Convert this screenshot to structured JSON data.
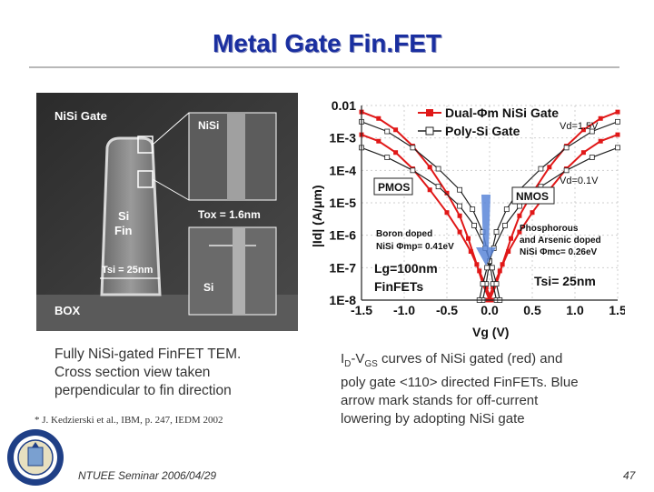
{
  "slide": {
    "title": "Metal Gate Fin.FET",
    "footer": "NTUEE Seminar 2006/04/29",
    "page_number": "47"
  },
  "tem_image": {
    "label_gate": "NiSi Gate",
    "label_si_fin": "Si",
    "label_si_fin2": "Fin",
    "label_tsi": "Tsi = 25nm",
    "label_box": "BOX",
    "inset_top_label": "NiSi",
    "inset_tox_label": "Tox = 1.6nm",
    "inset_bottom_label": "Si"
  },
  "caption_left": {
    "line1": "Fully NiSi-gated FinFET TEM.",
    "line2": "Cross section view taken",
    "line3": "perpendicular to fin direction"
  },
  "reference": "* J. Kedzierski et al., IBM, p. 247, IEDM 2002",
  "caption_right": {
    "line1_a": "I",
    "line1_sub1": "D",
    "line1_b": "-V",
    "line1_sub2": "GS",
    "line1_c": " curves of NiSi gated (red)  and",
    "line2": "poly gate <110> directed FinFETs. Blue",
    "line3": "arrow mark stands for off-current",
    "line4": "lowering by adopting NiSi gate"
  },
  "plot_labels": {
    "legend_red": "Dual-Φm NiSi Gate",
    "legend_black": "Poly-Si Gate",
    "vd_high": "Vd=1.5V",
    "vd_low": "Vd=0.1V",
    "pmos": "PMOS",
    "nmos": "NMOS",
    "boron1": "Boron doped",
    "boron2": "NiSi Φmp= 0.41eV",
    "phos1": "Phosphorous",
    "phos2": "and Arsenic doped",
    "phos3": "NiSi Φmc= 0.26eV",
    "lg": "Lg=100nm",
    "finfets": "FinFETs",
    "tsi": "Tsi= 25nm"
  },
  "chart_data": {
    "type": "line",
    "xlabel": "Vg (V)",
    "ylabel": "|Id| (A/μm)",
    "xlim": [
      -1.5,
      1.5
    ],
    "ylim_log10": [
      -8,
      -2
    ],
    "x_ticks": [
      "-1.5",
      "-1.0",
      "-0.5",
      "0.0",
      "0.5",
      "1.0",
      "1.5"
    ],
    "y_ticks": [
      "1E-8",
      "1E-7",
      "1E-6",
      "1E-5",
      "1E-4",
      "1E-3",
      "0.01"
    ],
    "series": [
      {
        "name": "Dual-Φm NiSi Gate",
        "color": "#e01818",
        "marker": "filled-square",
        "curves": [
          {
            "x": [
              -1.5,
              -1.3,
              -1.1,
              -0.9,
              -0.7,
              -0.5,
              -0.35,
              -0.25,
              -0.15,
              -0.08,
              0.0
            ],
            "log_y": [
              -2.2,
              -2.4,
              -2.75,
              -3.25,
              -3.9,
              -4.7,
              -5.4,
              -6.1,
              -6.9,
              -7.5,
              -8
            ]
          },
          {
            "x": [
              -1.5,
              -1.3,
              -1.1,
              -0.9,
              -0.7,
              -0.5,
              -0.35,
              -0.22,
              -0.12,
              -0.04,
              0.02
            ],
            "log_y": [
              -2.9,
              -3.1,
              -3.45,
              -3.95,
              -4.6,
              -5.3,
              -5.9,
              -6.5,
              -7.1,
              -7.6,
              -8
            ]
          },
          {
            "x": [
              0.0,
              0.08,
              0.15,
              0.25,
              0.35,
              0.5,
              0.7,
              0.9,
              1.1,
              1.3,
              1.5
            ],
            "log_y": [
              -8,
              -7.5,
              -6.9,
              -6.1,
              -5.4,
              -4.7,
              -3.9,
              -3.25,
              -2.75,
              -2.4,
              -2.2
            ]
          },
          {
            "x": [
              -0.02,
              0.04,
              0.12,
              0.22,
              0.35,
              0.5,
              0.7,
              0.9,
              1.1,
              1.3,
              1.5
            ],
            "log_y": [
              -8,
              -7.6,
              -7.1,
              -6.5,
              -5.9,
              -5.3,
              -4.6,
              -3.95,
              -3.45,
              -3.1,
              -2.9
            ]
          }
        ]
      },
      {
        "name": "Poly-Si Gate",
        "color": "#222222",
        "marker": "open-square",
        "curves": [
          {
            "x": [
              -1.5,
              -1.2,
              -0.9,
              -0.6,
              -0.35,
              -0.2,
              -0.08,
              0.0,
              0.04,
              0.08
            ],
            "log_y": [
              -2.5,
              -2.8,
              -3.3,
              -3.95,
              -4.6,
              -5.2,
              -5.9,
              -6.8,
              -7.5,
              -8
            ]
          },
          {
            "x": [
              -1.5,
              -1.2,
              -0.9,
              -0.6,
              -0.35,
              -0.18,
              -0.05,
              0.03,
              0.08,
              0.12
            ],
            "log_y": [
              -3.3,
              -3.6,
              -4.0,
              -4.5,
              -5.1,
              -5.7,
              -6.4,
              -7.0,
              -7.5,
              -8
            ]
          },
          {
            "x": [
              -0.08,
              -0.04,
              0.0,
              0.08,
              0.2,
              0.35,
              0.6,
              0.9,
              1.2,
              1.5
            ],
            "log_y": [
              -8,
              -7.5,
              -6.8,
              -5.9,
              -5.2,
              -4.6,
              -3.95,
              -3.3,
              -2.8,
              -2.5
            ]
          },
          {
            "x": [
              -0.12,
              -0.08,
              -0.03,
              0.05,
              0.18,
              0.35,
              0.6,
              0.9,
              1.2,
              1.5
            ],
            "log_y": [
              -8,
              -7.5,
              -7.0,
              -6.4,
              -5.7,
              -5.1,
              -4.5,
              -4.0,
              -3.6,
              -3.3
            ]
          }
        ]
      }
    ]
  }
}
